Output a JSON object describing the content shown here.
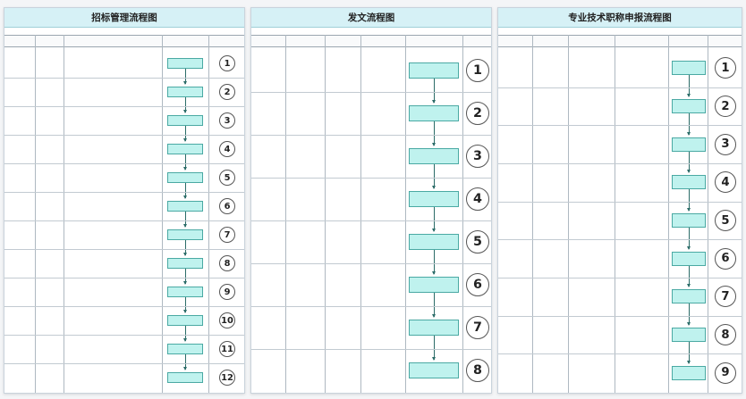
{
  "panels": [
    {
      "title": "招标管理流程图",
      "headers": [
        "",
        "",
        "",
        "",
        ""
      ],
      "steps": [
        "1",
        "2",
        "3",
        "4",
        "5",
        "6",
        "7",
        "8",
        "9",
        "10",
        "11",
        "12"
      ],
      "nodes": [
        "",
        "",
        "",
        "",
        "",
        "",
        "",
        "",
        "",
        "",
        "",
        ""
      ],
      "details": [
        "",
        "",
        "",
        "",
        "",
        "",
        "",
        "",
        "",
        "",
        "",
        ""
      ],
      "owners": [
        "",
        "",
        "",
        "",
        "",
        "",
        "",
        "",
        "",
        "",
        "",
        ""
      ],
      "outputs": [
        "",
        "",
        "",
        "",
        "",
        "",
        "",
        "",
        "",
        "",
        "",
        ""
      ]
    },
    {
      "title": "发文流程图",
      "headers": [
        "",
        "",
        "",
        "",
        "",
        ""
      ],
      "steps": [
        "1",
        "2",
        "3",
        "4",
        "5",
        "6",
        "7",
        "8"
      ],
      "nodes": [
        "",
        "",
        "",
        "",
        "",
        "",
        "",
        ""
      ],
      "details": [
        "",
        "",
        "",
        "",
        "",
        "",
        "",
        ""
      ],
      "owners": [
        "",
        "",
        "",
        "",
        "",
        "",
        "",
        ""
      ],
      "outputs": [
        "",
        "",
        "",
        "",
        "",
        "",
        "",
        ""
      ]
    },
    {
      "title": "专业技术职称申报流程图",
      "headers": [
        "",
        "",
        "",
        "",
        "",
        ""
      ],
      "steps": [
        "1",
        "2",
        "3",
        "4",
        "5",
        "6",
        "7",
        "8",
        "9"
      ],
      "nodes": [
        "",
        "",
        "",
        "",
        "",
        "",
        "",
        "",
        ""
      ],
      "details": [
        "",
        "",
        "",
        "",
        "",
        "",
        "",
        "",
        ""
      ],
      "owners": [
        "",
        "",
        "",
        "",
        "",
        "",
        "",
        "",
        ""
      ],
      "outputs": [
        "",
        "",
        "",
        "",
        "",
        "",
        "",
        "",
        ""
      ]
    }
  ],
  "colors": {
    "title_bg": "#d6f1f6",
    "node_fill": "#bff2ee",
    "node_border": "#4aa9a3"
  }
}
